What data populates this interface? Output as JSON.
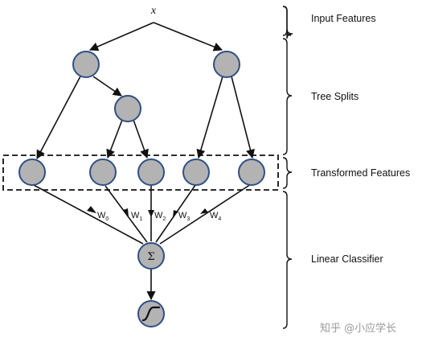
{
  "input_label": "x",
  "sections": {
    "input": "Input Features",
    "splits": "Tree Splits",
    "transformed": "Transformed Features",
    "classifier": "Linear Classifier"
  },
  "weights": [
    {
      "base": "W",
      "sub": "0"
    },
    {
      "base": "W",
      "sub": "1"
    },
    {
      "base": "W",
      "sub": "2"
    },
    {
      "base": "W",
      "sub": "3"
    },
    {
      "base": "W",
      "sub": "4"
    }
  ],
  "sum_symbol": "Σ",
  "watermark": "知乎 @小应学长",
  "colors": {
    "node_fill": "#b3b3b3",
    "node_stroke": "#2f4f86",
    "line": "#111111"
  }
}
